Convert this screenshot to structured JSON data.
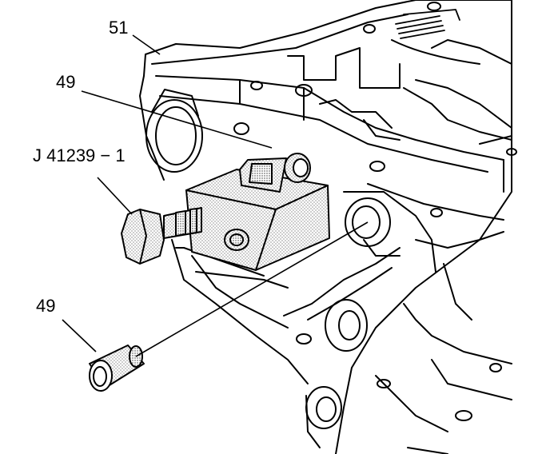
{
  "callouts": {
    "housing_label": "51",
    "plug_upper_label": "49",
    "tool_label": "J 41239 − 1",
    "plug_lower_label": "49"
  }
}
